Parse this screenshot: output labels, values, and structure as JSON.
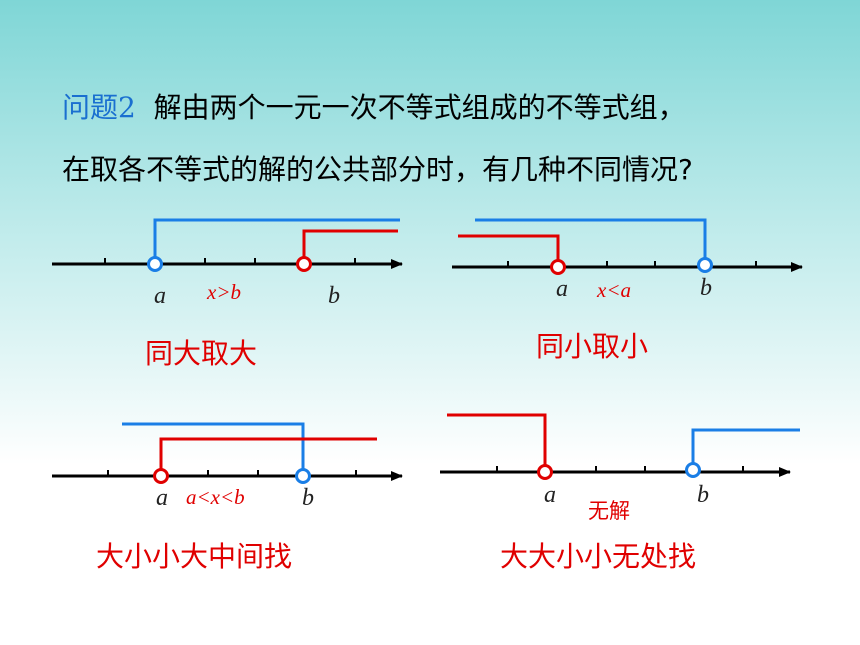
{
  "question": {
    "label": "问题2",
    "line1": "解由两个一元一次不等式组成的不等式组，",
    "line2": "在取各不等式的解的公共部分时，有几种不同情况?"
  },
  "cases": [
    {
      "caption": "同大取大",
      "range": "x>b",
      "a": "a",
      "b": "b"
    },
    {
      "caption": "同小取小",
      "range": "x<a",
      "a": "a",
      "b": "b"
    },
    {
      "caption": "大小小大中间找",
      "range": "a<x<b",
      "a": "a",
      "b": "b"
    },
    {
      "caption": "大大小小无处找",
      "range": "无解",
      "a": "a",
      "b": "b"
    }
  ],
  "colors": {
    "red": "#e00000",
    "blue": "#1a7ee6",
    "title_blue": "#1a6fd0"
  }
}
